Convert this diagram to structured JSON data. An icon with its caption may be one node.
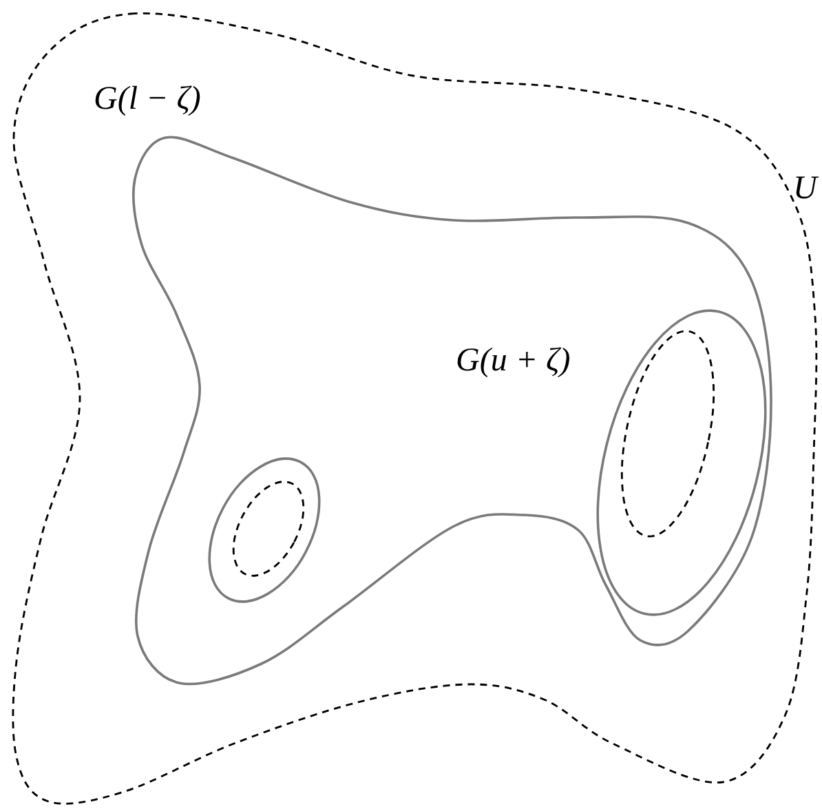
{
  "diagram": {
    "nodes": [
      {
        "text": [
          "U"
        ]
      },
      {
        "text": [
          "G(l − ζ)"
        ],
        "in": 0
      },
      {
        "text": [],
        "shape": "circle",
        "in": 1
      },
      {
        "text": [],
        "shape": "circle",
        "in": 2
      },
      {
        "text": [
          "G(u + ζ)"
        ],
        "in": 1
      },
      {
        "text": [],
        "shape": "circle",
        "in": 4
      }
    ]
  }
}
